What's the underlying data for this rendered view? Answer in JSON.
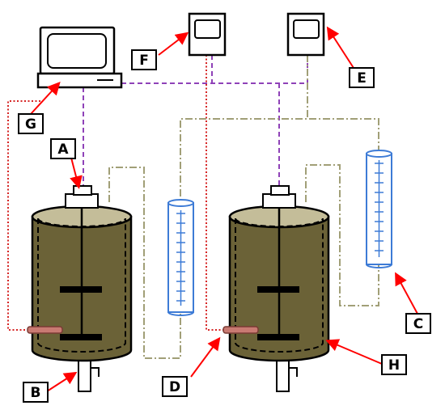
{
  "labels": {
    "A": "A",
    "B": "B",
    "C": "C",
    "D": "D",
    "E": "E",
    "F": "F",
    "G": "G",
    "H": "H"
  },
  "colors": {
    "tank_fill": "#6b6237",
    "tank_top": "#c4bd99",
    "tank_outline": "#000000",
    "pipe_red": "#d62424",
    "pipe_purple": "#8f42b8",
    "pipe_olive": "#a19f77",
    "column_blue": "#3d7bd6",
    "probe": "#c97a72",
    "arrow": "#ff0000"
  },
  "icons": [
    "computer-icon",
    "controller-icon",
    "stirred-tank-reactor-icon",
    "graduated-column-icon",
    "probe-icon",
    "impeller-icon"
  ]
}
